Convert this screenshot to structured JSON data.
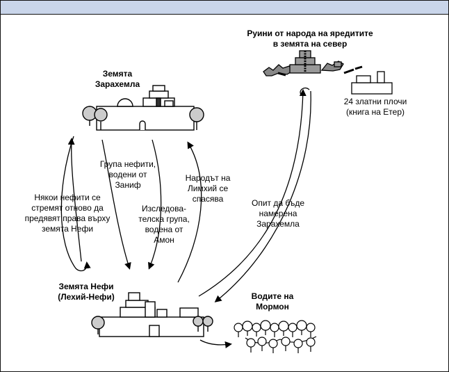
{
  "header": {
    "text": ""
  },
  "locations": {
    "zarahemla": "Земята\nЗарахемла",
    "nephi": "Земята Нефи\n(Лехий-Нефи)",
    "ruins": "Руини от народа на яредитите\nв земята на север",
    "mormon": "Водите на\nМормон",
    "plates": "24 златни плочи\n(книга на Етер)"
  },
  "journeys": {
    "zeniff": "Група нефити,\nводени от\nЗаниф",
    "some_nephites": "Някои нефити се\nстремят отново да\nпредявят права върху\nземята Нефи",
    "ammon": "Изследова-\nтелска група,\nводена от\nАмон",
    "limhi_escape": "Народът на\nЛимхий се\nспасява",
    "search_party": "Опит да бъде\nнамерена\nЗарахемла"
  }
}
